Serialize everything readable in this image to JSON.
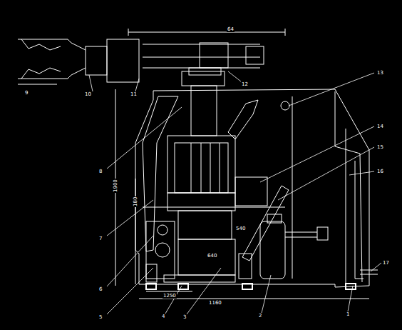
{
  "diagram": {
    "labels": [
      "1",
      "2",
      "3",
      "4",
      "5",
      "6",
      "7",
      "8",
      "9",
      "10",
      "11",
      "12",
      "13",
      "14",
      "15",
      "16",
      "17",
      "1160",
      "1250",
      "1900",
      "180",
      "64",
      "640",
      "540"
    ]
  }
}
